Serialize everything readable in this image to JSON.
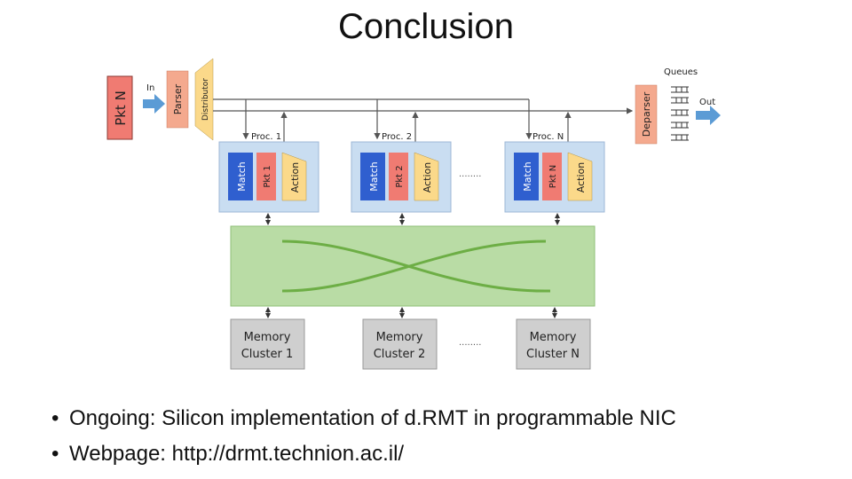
{
  "slide": {
    "title": "Conclusion"
  },
  "diagram": {
    "packet_label": "Pkt N",
    "input_label": "In",
    "parser_label": "Parser",
    "distributor_label": "Distributor",
    "queues_label": "Queues",
    "deparser_label": "Deparser",
    "output_label": "Out",
    "processors": [
      {
        "name": "Proc. 1",
        "match": "Match",
        "packet": "Pkt 1",
        "action": "Action"
      },
      {
        "name": "Proc. 2",
        "match": "Match",
        "packet": "Pkt 2",
        "action": "Action"
      },
      {
        "name": "Proc. N",
        "match": "Match",
        "packet": "Pkt N",
        "action": "Action"
      }
    ],
    "ellipsis": "........",
    "memory_clusters": [
      {
        "line1": "Memory",
        "line2": "Cluster 1"
      },
      {
        "line1": "Memory",
        "line2": "Cluster 2"
      },
      {
        "line1": "Memory",
        "line2": "Cluster N"
      }
    ],
    "colors": {
      "packet": "#f07b72",
      "parser": "#f4a98e",
      "distributor": "#fbd98a",
      "processor_bg": "#c9ddf1",
      "match": "#2f5fcf",
      "action": "#fbd98a",
      "crossbar": "#b9dca5",
      "crossbar_line": "#6dae45",
      "memory": "#cfcfcf",
      "arrow_blue": "#5b9bd5"
    }
  },
  "bullets": [
    "Ongoing: Silicon implementation of d.RMT in programmable NIC",
    "Webpage: http://drmt.technion.ac.il/"
  ]
}
